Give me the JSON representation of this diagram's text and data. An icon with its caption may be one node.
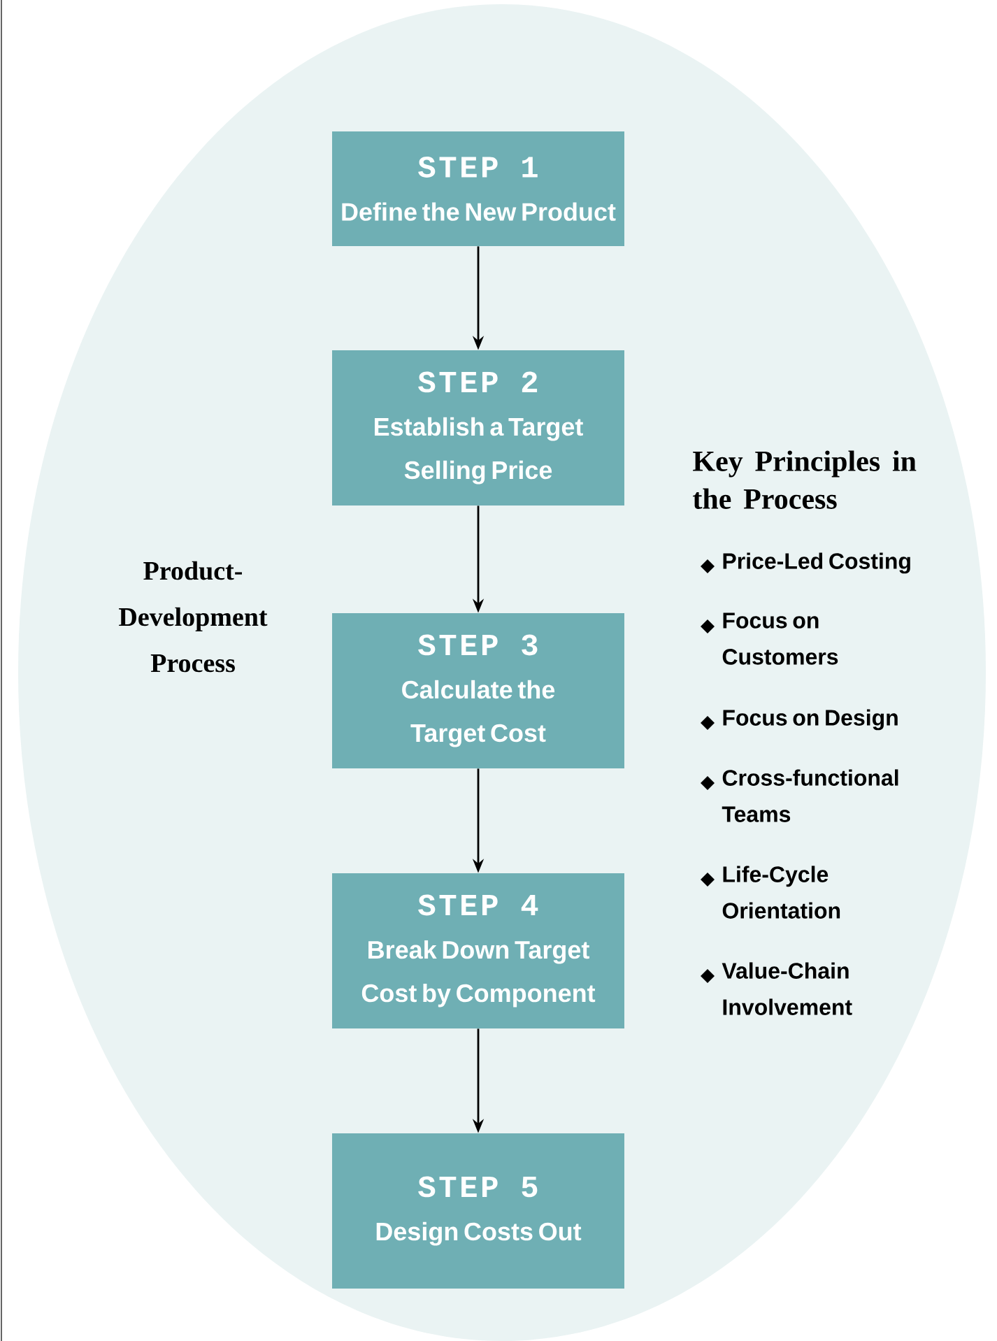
{
  "diagram": {
    "nodes": [
      {
        "text": [
          "Product-Development Process"
        ]
      },
      {
        "text": [
          "STEP 1",
          "Define the New Product"
        ],
        "in": 0
      },
      {
        "text": [
          "STEP 2",
          "Establish a Target Selling Price"
        ],
        "in": 0
      },
      {
        "text": [
          "STEP 3",
          "Calculate the Target Cost"
        ],
        "in": 0
      },
      {
        "text": [
          "STEP 4",
          "Break Down Target Cost by Component"
        ],
        "in": 0
      },
      {
        "text": [
          "STEP 5",
          "Design Costs Out"
        ],
        "in": 0
      }
    ],
    "edges": [
      {
        "from": 1,
        "to": 2,
        "arrow": "to"
      },
      {
        "from": 2,
        "to": 3,
        "arrow": "to"
      },
      {
        "from": 3,
        "to": 4,
        "arrow": "to"
      },
      {
        "from": 4,
        "to": 5,
        "arrow": "to"
      }
    ],
    "labels": [
      "Key Principles in the Process",
      "Price-Led Costing",
      "Focus on Customers",
      "Focus on Design",
      "Cross-functional Teams",
      "Life-Cycle Orientation",
      "Value-Chain Involvement"
    ]
  }
}
